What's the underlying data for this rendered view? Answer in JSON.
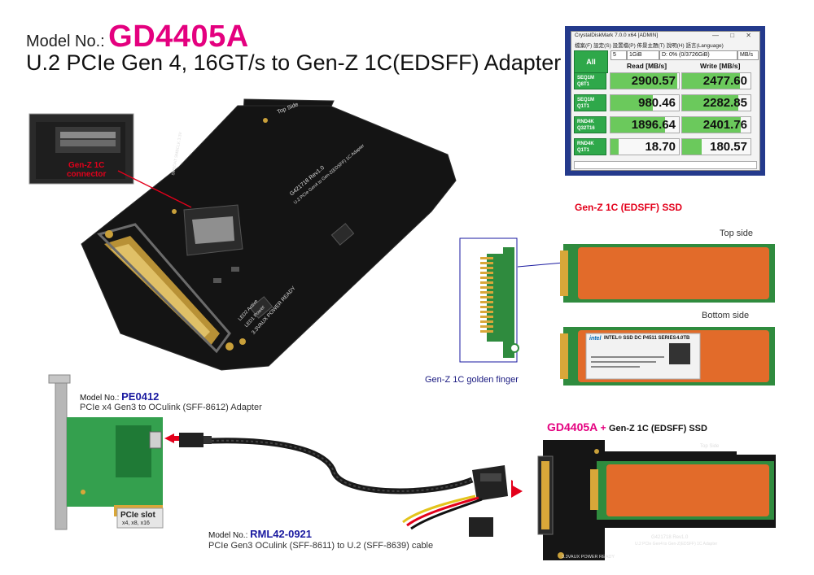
{
  "header": {
    "model_label": "Model No.:",
    "model_number": "GD4405A",
    "subtitle": "U.2 PCIe Gen 4, 16GT/s to Gen-Z 1C(EDSFF) Adapter"
  },
  "benchmark": {
    "window_title": "CrystalDiskMark 7.0.0 x64 [ADMIN]",
    "window_controls": "— □ ✕",
    "menu": "檔案(F)  設定(S)  設置檔(P)  佈景主題(T)  說明(H)  語言(Language)",
    "all_button": "All",
    "count": "5",
    "size": "1GiB",
    "drive": "D: 0% (0/3726GiB)",
    "unit": "MB/s",
    "read_header": "Read [MB/s]",
    "write_header": "Write [MB/s]",
    "rows": [
      {
        "label1": "SEQ1M",
        "label2": "Q8T1",
        "read": "2900.57",
        "write": "2477.60",
        "read_frac": 0.98,
        "write_frac": 0.85
      },
      {
        "label1": "SEQ1M",
        "label2": "Q1T1",
        "read": "980.46",
        "write": "2282.85",
        "read_frac": 0.62,
        "write_frac": 0.82
      },
      {
        "label1": "RND4K",
        "label2": "Q32T16",
        "read": "1896.64",
        "write": "2401.76",
        "read_frac": 0.8,
        "write_frac": 0.86
      },
      {
        "label1": "RND4K",
        "label2": "Q1T1",
        "read": "18.70",
        "write": "180.57",
        "read_frac": 0.12,
        "write_frac": 0.28
      }
    ]
  },
  "main_board": {
    "connector_label": "Gen-Z 1C\nconnector",
    "top_side": "Top Side",
    "board_text1": "G421718 Rev1.0",
    "board_text2": "U.2 PCIe Gen4 to Gen-Z(EDSFF) 1C Adapter",
    "power_ready": "3.3VAUX POWER READY",
    "led_power": "LED1 Power",
    "led_active": "LED2 Active",
    "silk_pins": "SMBDAT SMBCLK 3.3V"
  },
  "ssd": {
    "title": "Gen-Z 1C (EDSFF) SSD",
    "top_side": "Top side",
    "bottom_side": "Bottom side",
    "golden_finger": "Gen-Z 1C golden finger",
    "label_brand": "intel",
    "label_model": "INTEL® SSD DC P4511 SERIES",
    "label_capacity": "4.0TB"
  },
  "pe0412": {
    "model_label": "Model No.:",
    "model_number": "PE0412",
    "description": "PCIe x4 Gen3 to OCulink (SFF-8612) Adapter",
    "slot_label": "PCIe slot",
    "slot_sizes": "x4, x8, x16"
  },
  "cable": {
    "model_label": "Model No.:",
    "model_number": "RML42-0921",
    "description": "PCIe Gen3 OCulink (SFF-8611) to U.2 (SFF-8639) cable"
  },
  "combo": {
    "model": "GD4405A",
    "plus": " + ",
    "ssd": "Gen-Z 1C (EDSFF) SSD",
    "top_side": "Top Side",
    "board_text1": "G421718 Rev1.0",
    "board_text2": "U.2 PCIe Gen4 to Gen-Z(EDSFF) 1C Adapter",
    "power_ready": "3.3VAUX POWER READY"
  }
}
